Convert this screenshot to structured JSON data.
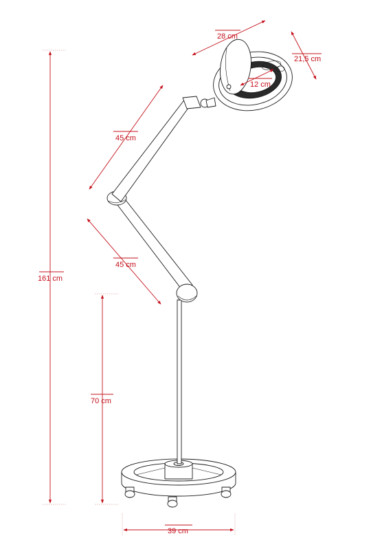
{
  "dimensions": {
    "lens_diameter": "28 cm",
    "head_width": "21,5 cm",
    "lens_inner": "12 cm",
    "upper_arm": "45 cm",
    "lower_arm": "45 cm",
    "total_height": "161 cm",
    "pole_height": "70 cm",
    "base_diameter": "39 cm"
  },
  "colors": {
    "dimension": "#c4101b",
    "outline": "#1a1a1a"
  }
}
